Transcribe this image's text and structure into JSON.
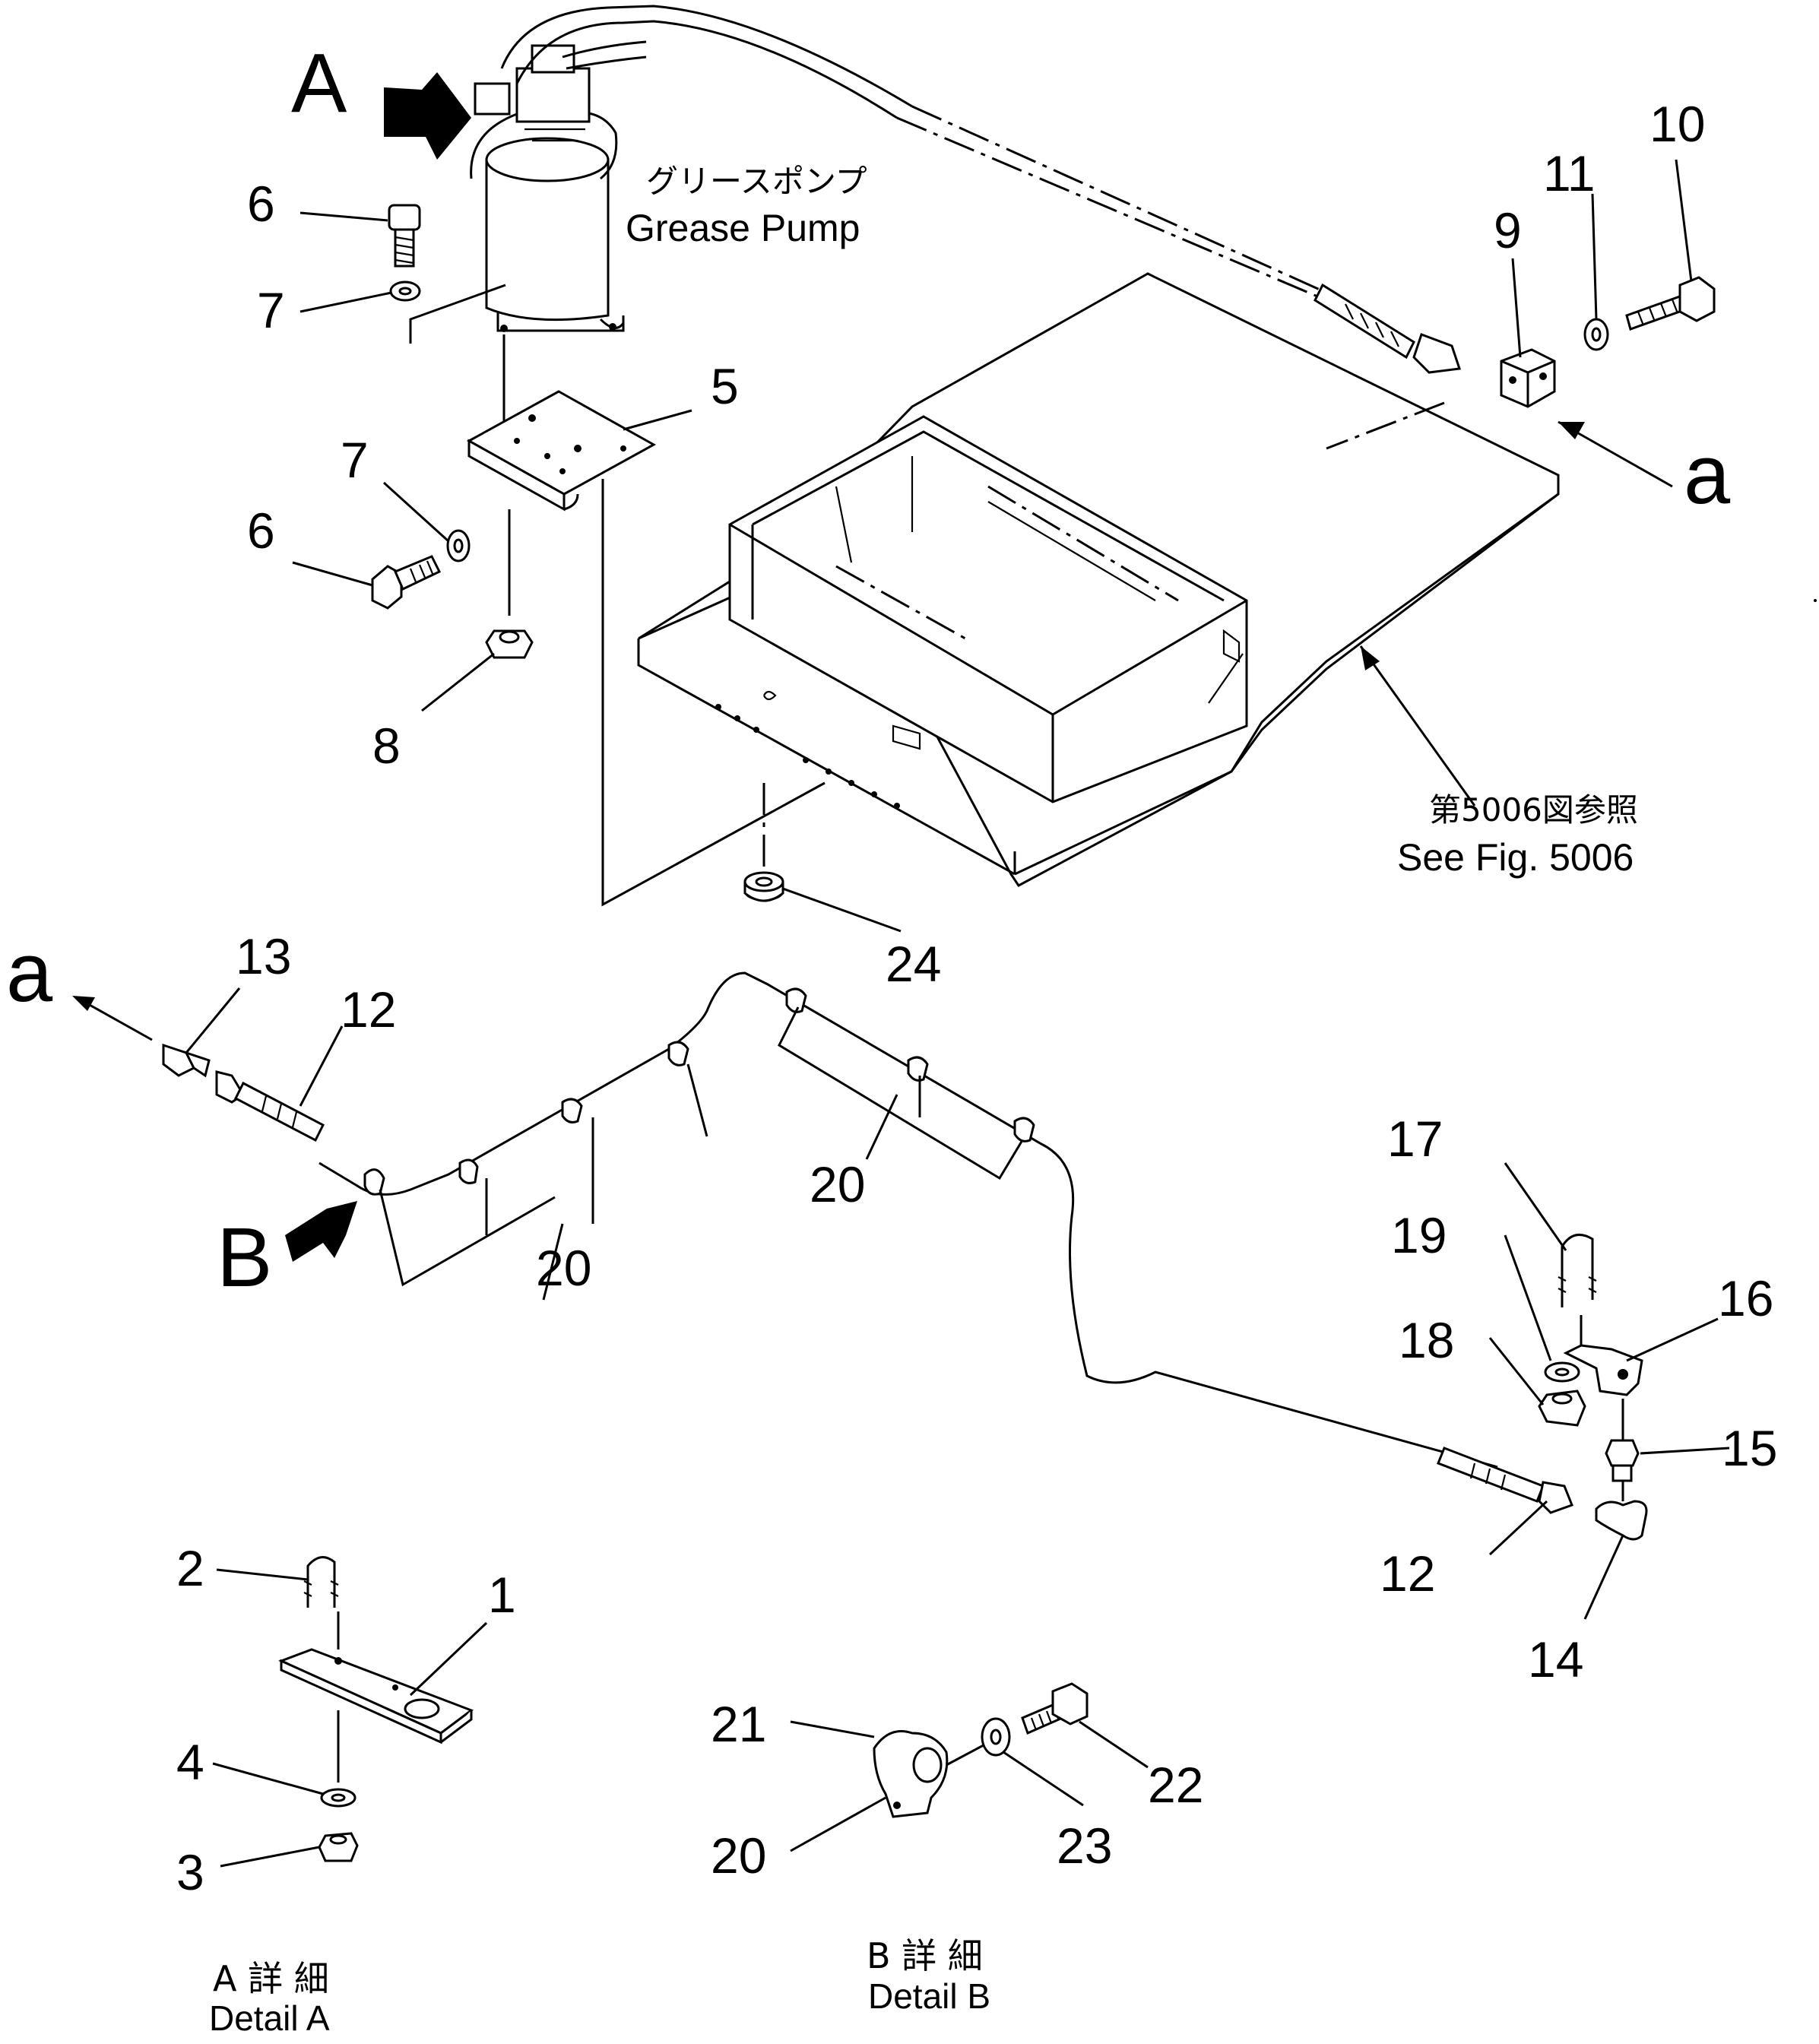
{
  "diagram": {
    "view_labels": {
      "A": "A",
      "B": "B"
    },
    "part_labels": {
      "p1": "1",
      "p2": "2",
      "p3": "3",
      "p4": "4",
      "p5": "5",
      "p6a": "6",
      "p6b": "6",
      "p7a": "7",
      "p7b": "7",
      "p8": "8",
      "p9": "9",
      "p10": "10",
      "p11": "11",
      "p12a": "12",
      "p12b": "12",
      "p13": "13",
      "p14": "14",
      "p15": "15",
      "p16": "16",
      "p17": "17",
      "p18": "18",
      "p19": "19",
      "p20a": "20",
      "p20b": "20",
      "p20c": "20",
      "p21": "21",
      "p22": "22",
      "p23": "23",
      "p24": "24"
    },
    "connection_labels": {
      "a_right": "a",
      "a_left": "a"
    },
    "grease_pump": {
      "jp": "グリースポンプ",
      "en": "Grease Pump"
    },
    "see_fig": {
      "jp": "第5006図参照",
      "en": "See Fig. 5006"
    },
    "detail_a": {
      "jp": "A 詳 細",
      "en": "Detail A"
    },
    "detail_b": {
      "jp": "B 詳 細",
      "en": "Detail B"
    }
  }
}
